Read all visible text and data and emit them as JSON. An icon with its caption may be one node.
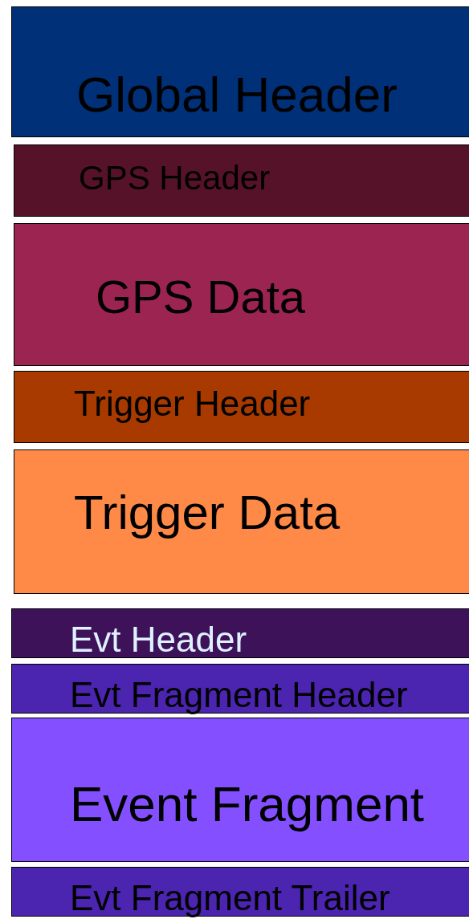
{
  "diagram": {
    "nodes": [
      {
        "text": [
          "Global Header"
        ]
      },
      {
        "text": [
          "GPS Header"
        ]
      },
      {
        "text": [
          "GPS Data"
        ]
      },
      {
        "text": [
          "Trigger Header"
        ]
      },
      {
        "text": [
          "Trigger Data"
        ]
      },
      {
        "text": [
          "Evt Header"
        ]
      },
      {
        "text": [
          "Evt Fragment Header"
        ]
      },
      {
        "text": [
          "Event Fragment"
        ]
      },
      {
        "text": [
          "Evt Fragment Trailer"
        ]
      }
    ]
  }
}
